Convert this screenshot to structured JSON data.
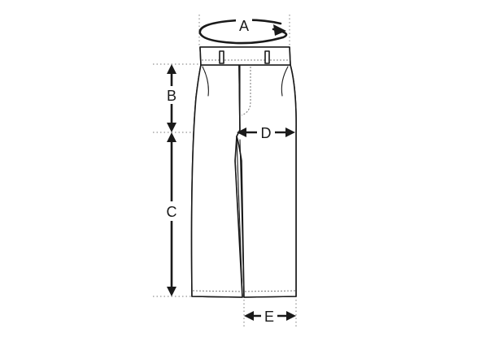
{
  "figure": {
    "subject_icon": "trousers-icon",
    "colors": {
      "line": "#1a1a1a",
      "guide": "#7a7a7a",
      "background": "#ffffff"
    }
  },
  "measurements": {
    "waist": {
      "label": "A"
    },
    "rise": {
      "label": "B"
    },
    "inseam": {
      "label": "C"
    },
    "thigh": {
      "label": "D"
    },
    "leg_opening": {
      "label": "E"
    }
  }
}
